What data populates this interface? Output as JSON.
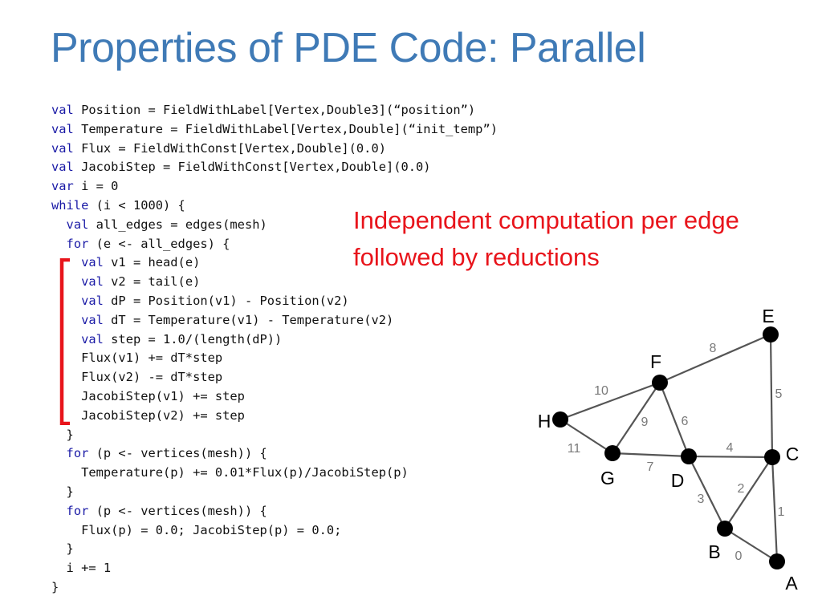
{
  "slide": {
    "title": "Properties of PDE Code: Parallel",
    "annotation": {
      "line1": "Independent computation per edge",
      "line2": "followed by reductions"
    },
    "accent_colors": {
      "title": "#3f7ab6",
      "annotation": "#e8141b",
      "keyword": "#1a1aa6",
      "bracket": "#e8141b"
    }
  },
  "code": {
    "lines": [
      {
        "indent": "",
        "kw": "val",
        "rest": " Position = FieldWithLabel[Vertex,Double3](“position”)"
      },
      {
        "indent": "",
        "kw": "val",
        "rest": " Temperature = FieldWithLabel[Vertex,Double](“init_temp”)"
      },
      {
        "indent": "",
        "kw": "val",
        "rest": " Flux = FieldWithConst[Vertex,Double](0.0)"
      },
      {
        "indent": "",
        "kw": "val",
        "rest": " JacobiStep = FieldWithConst[Vertex,Double](0.0)"
      },
      {
        "indent": "",
        "kw": "var",
        "rest": " i = 0"
      },
      {
        "indent": "",
        "kw": "while",
        "rest": " (i < 1000) {"
      },
      {
        "indent": "  ",
        "kw": "val",
        "rest": " all_edges = edges(mesh)"
      },
      {
        "indent": "  ",
        "kw": "for",
        "rest": " (e <- all_edges) {"
      },
      {
        "indent": "    ",
        "kw": "val",
        "rest": " v1 = head(e)"
      },
      {
        "indent": "    ",
        "kw": "val",
        "rest": " v2 = tail(e)"
      },
      {
        "indent": "    ",
        "kw": "val",
        "rest": " dP = Position(v1) - Position(v2)"
      },
      {
        "indent": "    ",
        "kw": "val",
        "rest": " dT = Temperature(v1) - Temperature(v2)"
      },
      {
        "indent": "    ",
        "kw": "val",
        "rest": " step = 1.0/(length(dP))"
      },
      {
        "indent": "    ",
        "kw": "",
        "rest": "Flux(v1) += dT*step"
      },
      {
        "indent": "    ",
        "kw": "",
        "rest": "Flux(v2) -= dT*step"
      },
      {
        "indent": "    ",
        "kw": "",
        "rest": "JacobiStep(v1) += step"
      },
      {
        "indent": "    ",
        "kw": "",
        "rest": "JacobiStep(v2) += step"
      },
      {
        "indent": "  ",
        "kw": "",
        "rest": "}"
      },
      {
        "indent": "  ",
        "kw": "for",
        "rest": " (p <- vertices(mesh)) {"
      },
      {
        "indent": "    ",
        "kw": "",
        "rest": "Temperature(p) += 0.01*Flux(p)/JacobiStep(p)"
      },
      {
        "indent": "  ",
        "kw": "",
        "rest": "}"
      },
      {
        "indent": "  ",
        "kw": "for",
        "rest": " (p <- vertices(mesh)) {"
      },
      {
        "indent": "    ",
        "kw": "",
        "rest": "Flux(p) = 0.0; JacobiStep(p) = 0.0;"
      },
      {
        "indent": "  ",
        "kw": "",
        "rest": "}"
      },
      {
        "indent": "  ",
        "kw": "",
        "rest": "i += 1"
      },
      {
        "indent": "",
        "kw": "",
        "rest": "}"
      }
    ]
  },
  "graph": {
    "nodes": [
      "A",
      "B",
      "C",
      "D",
      "E",
      "F",
      "G",
      "H"
    ],
    "edges": [
      {
        "label": "0",
        "from": "B",
        "to": "A"
      },
      {
        "label": "1",
        "from": "A",
        "to": "C"
      },
      {
        "label": "2",
        "from": "B",
        "to": "C"
      },
      {
        "label": "3",
        "from": "D",
        "to": "B"
      },
      {
        "label": "4",
        "from": "D",
        "to": "C"
      },
      {
        "label": "5",
        "from": "E",
        "to": "C"
      },
      {
        "label": "6",
        "from": "F",
        "to": "D"
      },
      {
        "label": "7",
        "from": "G",
        "to": "D"
      },
      {
        "label": "8",
        "from": "F",
        "to": "E"
      },
      {
        "label": "9",
        "from": "G",
        "to": "F"
      },
      {
        "label": "10",
        "from": "H",
        "to": "F"
      },
      {
        "label": "11",
        "from": "H",
        "to": "G"
      }
    ]
  }
}
